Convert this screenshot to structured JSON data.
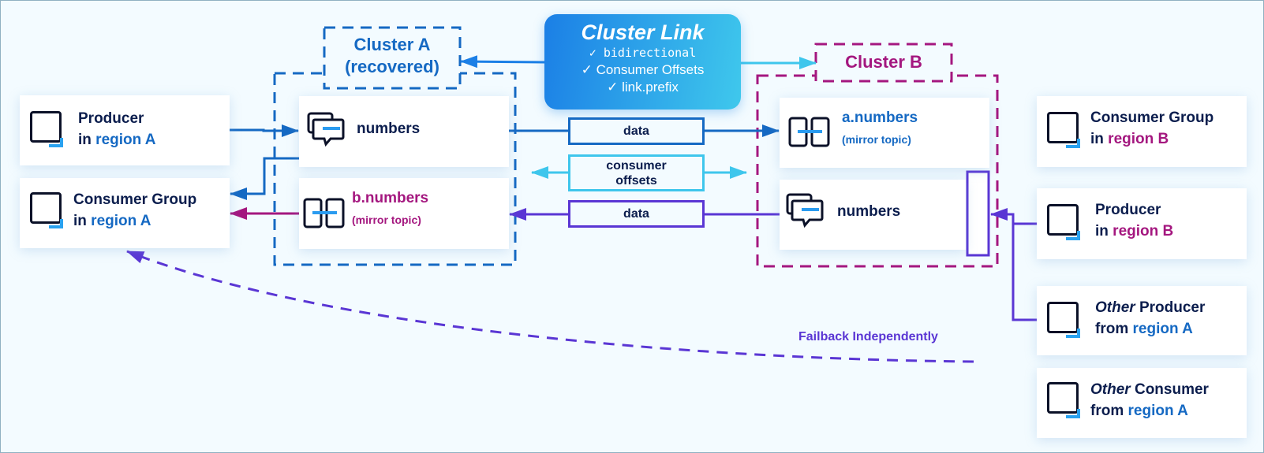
{
  "colors": {
    "background": "#f3fbff",
    "text_dark": "#0b1d4d",
    "region_a_blue": "#1569c3",
    "region_b_magenta": "#a4177f",
    "link_cyan": "#3ec6ec",
    "data_purple": "#5a36d4"
  },
  "cluster_link": {
    "title": "Cluster Link",
    "features": [
      "✓ bidirectional",
      "✓ Consumer Offsets",
      "✓ link.prefix"
    ]
  },
  "cluster_a": {
    "title": "Cluster A",
    "subtitle": "(recovered)",
    "topics": [
      {
        "name": "numbers",
        "icon": "topic-icon"
      },
      {
        "name": "b.numbers",
        "note": "(mirror topic)",
        "icon": "mirror-topic-icon"
      }
    ]
  },
  "cluster_b": {
    "title": "Cluster B",
    "topics": [
      {
        "name": "a.numbers",
        "note": "(mirror topic)",
        "icon": "mirror-topic-icon"
      },
      {
        "name": "numbers",
        "icon": "topic-icon"
      }
    ]
  },
  "flows": {
    "data_a_to_b": "data",
    "consumer_offsets_line1": "consumer",
    "consumer_offsets_line2": "offsets",
    "data_b_to_a": "data",
    "failback": "Failback Independently"
  },
  "clients_left": [
    {
      "line1": "Producer",
      "line2_prefix": "in ",
      "line2_region": "region A"
    },
    {
      "line1": "Consumer Group",
      "line2_prefix": "in ",
      "line2_region": "region A"
    }
  ],
  "clients_right": [
    {
      "line1": "Consumer Group",
      "line2_prefix": "in ",
      "line2_region": "region B"
    },
    {
      "line1": "Producer",
      "line2_prefix": "in ",
      "line2_region": "region B"
    },
    {
      "line1_italic": "Other",
      "line1": " Producer",
      "line2_prefix": "from ",
      "line2_region": "region A"
    },
    {
      "line1_italic": "Other",
      "line1": " Consumer",
      "line2_prefix": "from ",
      "line2_region": "region A"
    }
  ]
}
